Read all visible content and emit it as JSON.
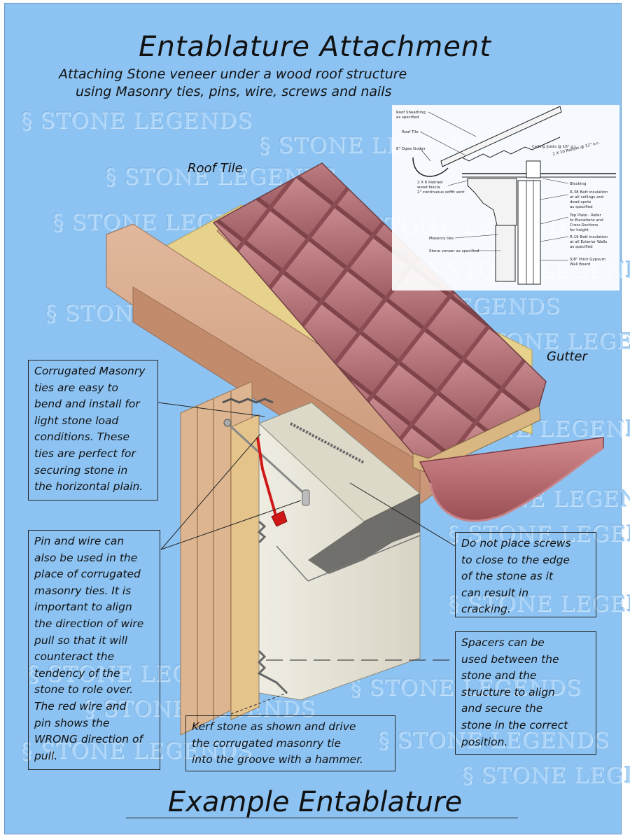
{
  "header": {
    "title": "Entablature Attachment",
    "subtitle_line1": "Attaching Stone veneer under a wood roof structure",
    "subtitle_line2": "using Masonry ties, pins, wire, screws and nails"
  },
  "watermark": {
    "text": "STONE LEGENDS"
  },
  "labels": {
    "roof_tile": "Roof Tile",
    "gutter": "Gutter"
  },
  "notes": {
    "corrugated": [
      "Corrugated Masonry",
      "ties are easy to",
      "bend and install for",
      "light stone load",
      "conditions. These",
      "ties are perfect for",
      "securing stone in",
      "the horizontal plain."
    ],
    "pin_wire": [
      "Pin and wire can",
      "also be used in the",
      "place of corrugated",
      "masonry ties. It is",
      "important to align",
      "the direction of wire",
      "pull so that it will",
      "counteract the",
      "tendency of the",
      "stone to role over.",
      "The red wire and",
      "pin shows the",
      "WRONG direction of",
      "pull."
    ],
    "screws": [
      "Do not place screws",
      "to close to the edge",
      "of the stone as it",
      "can result in",
      "cracking."
    ],
    "spacers": [
      "Spacers can be",
      "used between the",
      "stone and the",
      "structure to align",
      "and secure the",
      "stone in the correct",
      "position."
    ],
    "kerf": [
      "Kerf stone as shown and drive",
      "the corrugated masonry tie",
      "into the groove with a hammer."
    ]
  },
  "detail_drawing": {
    "roof_sheathing": "Roof Sheathing",
    "roof_sheathing_2": "as specified",
    "roof_tile": "Roof Tile",
    "ogee_gutter": "8\" Ogee Gutter",
    "ceiling_joists": "Ceiling Joists @ 16\" o.c.",
    "rafters": "2 X 10 Rafters @ 12\" o.c.",
    "fascia_1": "2 X 6 Painted",
    "fascia_2": "wood fascia",
    "soffit_vent": "2\" continuous soffit vent",
    "blocking": "Blocking",
    "batt_1": "R-38 Batt insulation",
    "batt_2": "at all ceilings and",
    "batt_3": "dead spots",
    "batt_4": "as specified",
    "top_plate_1": "Top Plate - Refer",
    "top_plate_2": "to Elevations and",
    "top_plate_3": "Cross-Sections",
    "top_plate_4": "for height",
    "wall_batt_1": "R-19 Batt insulation",
    "wall_batt_2": "at all Exterior Walls",
    "wall_batt_3": "as specified",
    "masonry_ties": "Masonry ties",
    "stone_veneer": "Stone veneer as specified",
    "gypsum_1": "5/8\" thick Gypsum",
    "gypsum_2": "Wall Board"
  },
  "footer": {
    "title": "Example Entablature"
  },
  "colors": {
    "background": "#8dc3f2",
    "tile": "#b06b72",
    "wood": "#d8a98a",
    "stone": "#e4e0d2",
    "insulation": "#e8d58f",
    "red_wire": "#d01818",
    "gutter": "#b5646a"
  }
}
